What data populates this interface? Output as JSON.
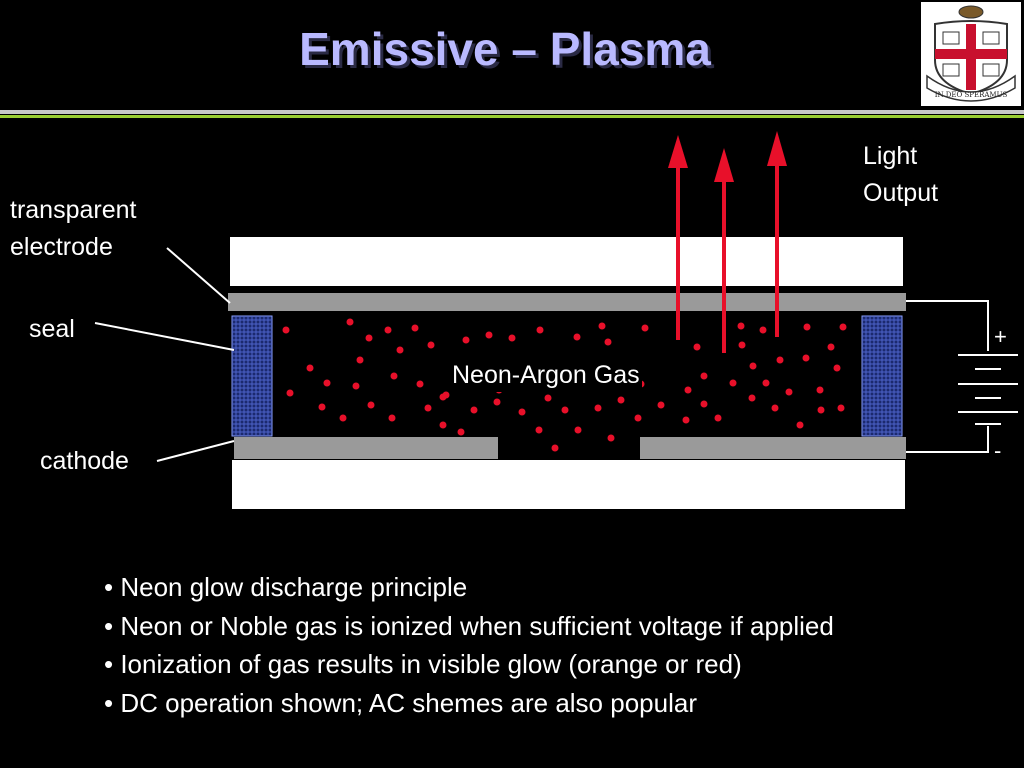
{
  "slide": {
    "title": "Emissive – Plasma"
  },
  "logo": {
    "motto": "IN DEO SPERAMUS"
  },
  "diagram": {
    "labels": {
      "transparent_electrode_line1": "transparent",
      "transparent_electrode_line2": "electrode",
      "seal": "seal",
      "cathode": "cathode",
      "gas": "Neon-Argon Gas",
      "light_output_line1": "Light",
      "light_output_line2": "Output",
      "plus": "+",
      "minus": "-"
    },
    "colors": {
      "glass": "#ffffff",
      "electrode": "#9a9a9a",
      "seal": "#1c2a6e",
      "particles": "#e8102a",
      "arrows": "#e8102a",
      "wires": "#ffffff"
    }
  },
  "bullets": [
    "• Neon glow discharge principle",
    "• Neon or Noble gas is ionized when sufficient voltage if applied",
    "• Ionization of gas results in visible glow (orange or red)",
    "• DC operation shown; AC shemes are also popular"
  ]
}
